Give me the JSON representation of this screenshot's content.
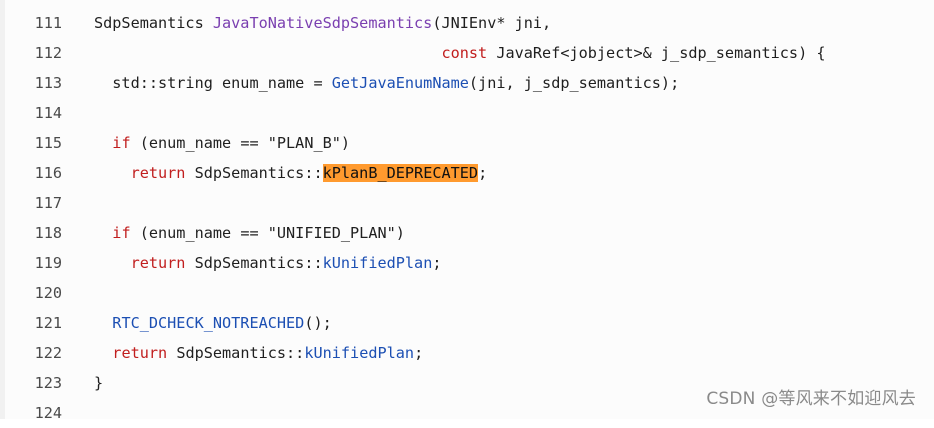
{
  "code": {
    "lines": [
      {
        "n": "111",
        "tokens": [
          {
            "t": "SdpSemantics ",
            "c": "plain"
          },
          {
            "t": "JavaToNativeSdpSemantics",
            "c": "fn"
          },
          {
            "t": "(JNIEnv* jni,",
            "c": "plain"
          }
        ]
      },
      {
        "n": "112",
        "tokens": [
          {
            "t": "                                      ",
            "c": "plain"
          },
          {
            "t": "const",
            "c": "kw"
          },
          {
            "t": " JavaRef<jobject>& j_sdp_semantics) {",
            "c": "plain"
          }
        ]
      },
      {
        "n": "113",
        "tokens": [
          {
            "t": "  std::string enum_name = ",
            "c": "plain"
          },
          {
            "t": "GetJavaEnumName",
            "c": "call"
          },
          {
            "t": "(jni, j_sdp_semantics);",
            "c": "plain"
          }
        ]
      },
      {
        "n": "114",
        "tokens": []
      },
      {
        "n": "115",
        "tokens": [
          {
            "t": "  ",
            "c": "plain"
          },
          {
            "t": "if",
            "c": "kw"
          },
          {
            "t": " (enum_name == \"PLAN_B\")",
            "c": "plain"
          }
        ]
      },
      {
        "n": "116",
        "tokens": [
          {
            "t": "    ",
            "c": "plain"
          },
          {
            "t": "return",
            "c": "kw"
          },
          {
            "t": " SdpSemantics::",
            "c": "plain"
          },
          {
            "t": "kPlanB_DEPRECATED",
            "c": "hl"
          },
          {
            "t": ";",
            "c": "plain"
          }
        ]
      },
      {
        "n": "117",
        "tokens": []
      },
      {
        "n": "118",
        "tokens": [
          {
            "t": "  ",
            "c": "plain"
          },
          {
            "t": "if",
            "c": "kw"
          },
          {
            "t": " (enum_name == \"UNIFIED_PLAN\")",
            "c": "plain"
          }
        ]
      },
      {
        "n": "119",
        "tokens": [
          {
            "t": "    ",
            "c": "plain"
          },
          {
            "t": "return",
            "c": "kw"
          },
          {
            "t": " SdpSemantics::",
            "c": "plain"
          },
          {
            "t": "kUnifiedPlan",
            "c": "enum"
          },
          {
            "t": ";",
            "c": "plain"
          }
        ]
      },
      {
        "n": "120",
        "tokens": []
      },
      {
        "n": "121",
        "tokens": [
          {
            "t": "  ",
            "c": "plain"
          },
          {
            "t": "RTC_DCHECK_NOTREACHED",
            "c": "call"
          },
          {
            "t": "();",
            "c": "plain"
          }
        ]
      },
      {
        "n": "122",
        "tokens": [
          {
            "t": "  ",
            "c": "plain"
          },
          {
            "t": "return",
            "c": "kw"
          },
          {
            "t": " SdpSemantics::",
            "c": "plain"
          },
          {
            "t": "kUnifiedPlan",
            "c": "enum"
          },
          {
            "t": ";",
            "c": "plain"
          }
        ]
      },
      {
        "n": "123",
        "tokens": [
          {
            "t": "}",
            "c": "plain"
          }
        ]
      },
      {
        "n": "124",
        "tokens": []
      }
    ]
  },
  "watermark": "CSDN @等风来不如迎风去",
  "colors": {
    "keyword": "#c11e1e",
    "function": "#7a3fb0",
    "call": "#1c4fb3",
    "highlight": "#ff9a2e"
  }
}
